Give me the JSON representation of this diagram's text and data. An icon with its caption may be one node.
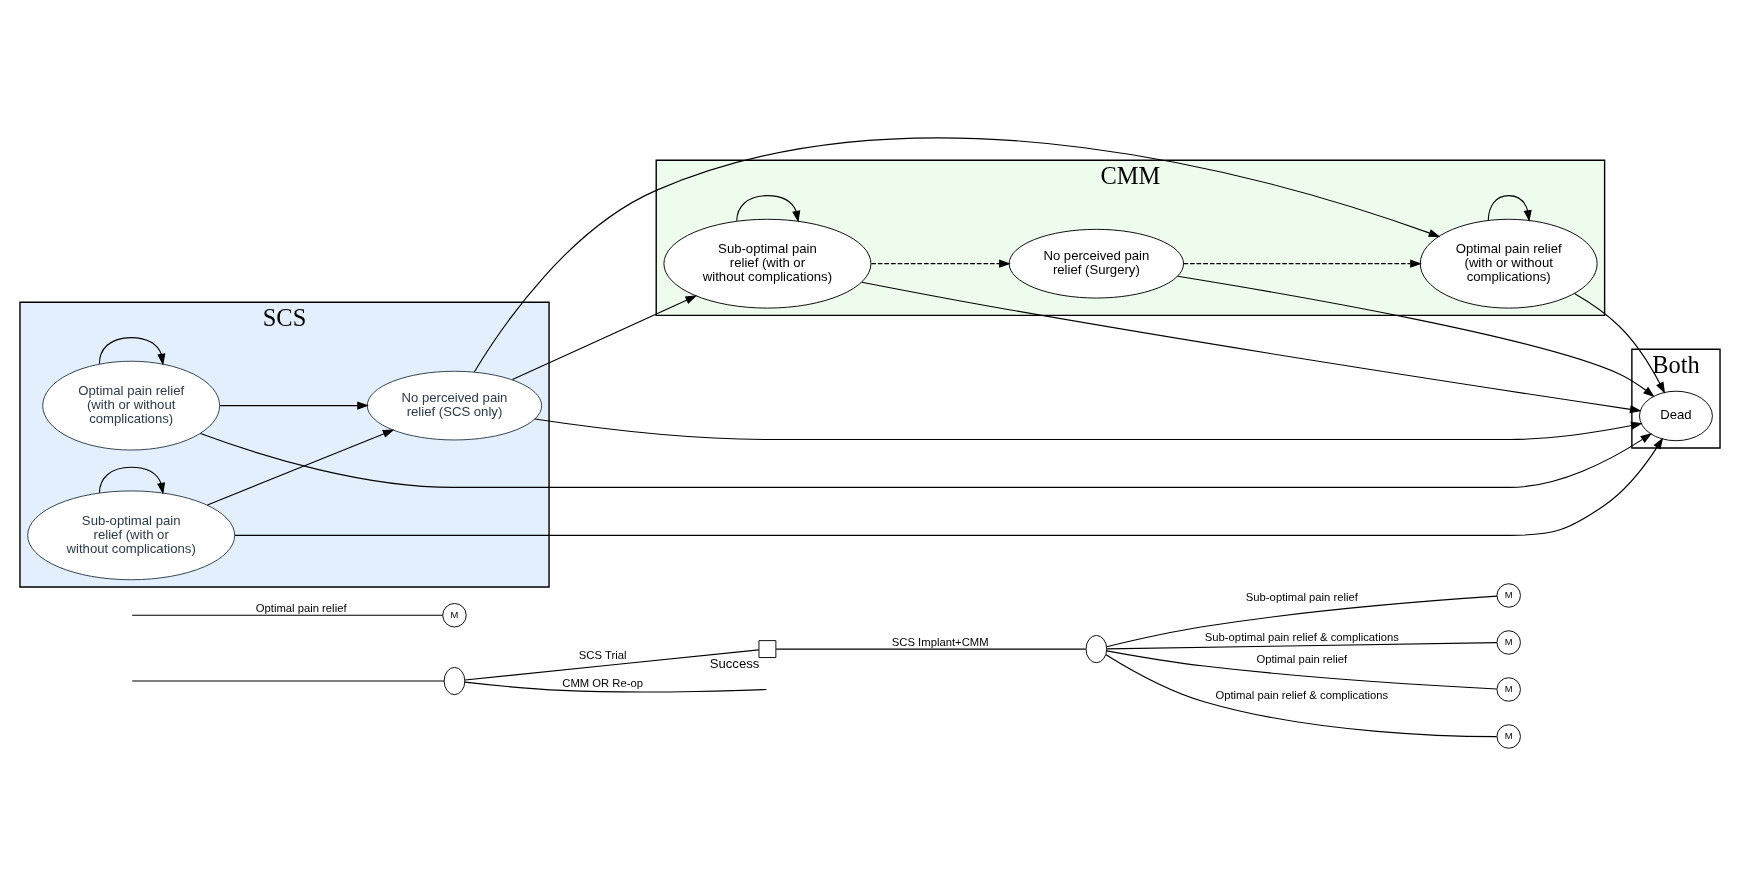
{
  "diagram": {
    "nodes": [
      {
        "text": [],
        "shape": "circle"
      },
      {
        "text": [],
        "shape": "box",
        "beside": [
          "Success"
        ]
      },
      {
        "text": [],
        "shape": "circle"
      },
      {
        "text": [
          "M"
        ]
      },
      {
        "text": [
          "M"
        ]
      },
      {
        "text": [
          "M"
        ]
      },
      {
        "text": [
          "M"
        ]
      },
      {
        "text": [
          "M"
        ]
      },
      {
        "text": [
          "SCS"
        ]
      },
      {
        "text": [
          "Both"
        ]
      },
      {
        "text": [
          "CMM"
        ]
      },
      {
        "text": [
          "Optimal pain relief (with or without complications)"
        ],
        "in": 8
      },
      {
        "text": [
          "No perceived pain relief (SCS only)"
        ],
        "in": 8
      },
      {
        "text": [
          "Sub-optimal pain relief (with or without complications)"
        ],
        "in": 8
      },
      {
        "text": [
          "Dead"
        ],
        "in": 9
      },
      {
        "text": [
          "Optimal pain relief (with or without complications)"
        ],
        "in": 10
      },
      {
        "text": [
          "No perceived pain relief (Surgery)"
        ],
        "in": 10
      },
      {
        "text": [
          "Sub-optimal pain relief (with or without complications)"
        ],
        "in": 10
      }
    ],
    "edges": [
      {
        "from": null,
        "to": 0,
        "arrow": "none"
      },
      {
        "from": 0,
        "to": 1,
        "arrow": "none",
        "label": "SCS Trial"
      },
      {
        "from": 0,
        "to": null,
        "arrow": "none",
        "label": "CMM OR Re-op"
      },
      {
        "from": 1,
        "to": 2,
        "arrow": "none",
        "label": "SCS Implant+CMM"
      },
      {
        "from": 2,
        "to": 3,
        "arrow": "none",
        "label": "Optimal pain relief"
      },
      {
        "from": 2,
        "to": 4,
        "arrow": "none",
        "label": "Optimal pain relief & complications"
      },
      {
        "from": 2,
        "to": 5,
        "arrow": "none",
        "label": "Sub-optimal pain relief"
      },
      {
        "from": 2,
        "to": 6,
        "arrow": "none",
        "label": "Sub-optimal pain relief & complications"
      },
      {
        "from": null,
        "to": 7,
        "arrow": "none",
        "label": "Optimal pain relief"
      },
      {
        "from": 11,
        "to": 11,
        "arrow": "to"
      },
      {
        "from": 11,
        "to": 12,
        "arrow": "to"
      },
      {
        "from": 11,
        "to": 14,
        "arrow": "to"
      },
      {
        "from": 13,
        "to": 13,
        "arrow": "to"
      },
      {
        "from": 13,
        "to": 12,
        "arrow": "to"
      },
      {
        "from": 13,
        "to": 14,
        "arrow": "to"
      },
      {
        "from": 12,
        "to": 14,
        "arrow": "to"
      },
      {
        "from": 12,
        "to": 15,
        "arrow": "to"
      },
      {
        "from": 12,
        "to": 17,
        "arrow": "to"
      },
      {
        "from": 15,
        "to": 15,
        "arrow": "to"
      },
      {
        "from": 15,
        "to": 14,
        "arrow": "to"
      },
      {
        "from": 16,
        "to": 14,
        "arrow": "to"
      },
      {
        "from": 16,
        "to": 15,
        "arrow": "to",
        "style": "dashed"
      },
      {
        "from": 17,
        "to": 16,
        "arrow": "to",
        "style": "dashed"
      },
      {
        "from": 17,
        "to": 17,
        "arrow": "to"
      },
      {
        "from": 17,
        "to": 14,
        "arrow": "to"
      }
    ]
  }
}
